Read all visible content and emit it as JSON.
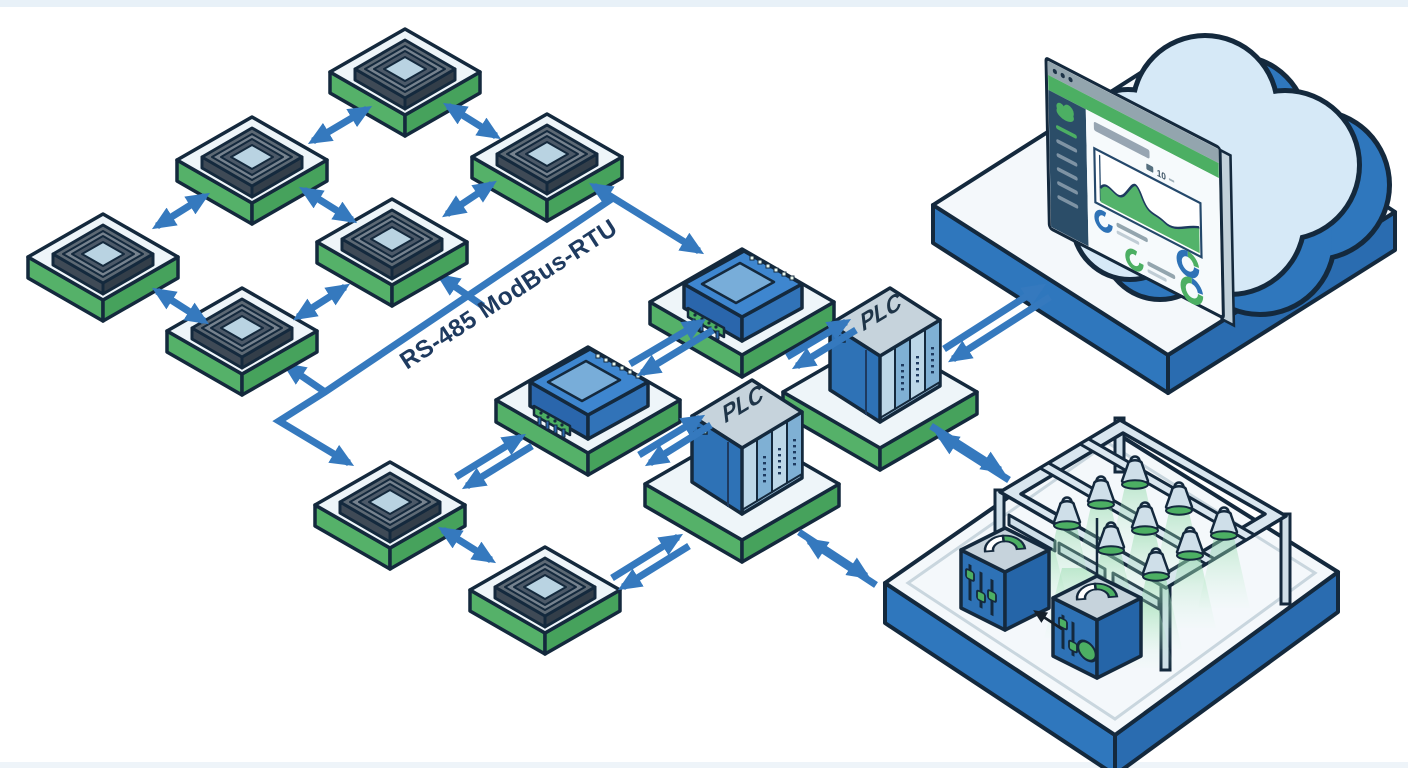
{
  "diagram": {
    "bus": {
      "label": "RS-485 ModBus-RTU"
    },
    "plc": {
      "label": "PLC"
    },
    "cloud_dashboard": {
      "stat_value": "10"
    },
    "structure": {
      "sensor_nodes": 8,
      "gateways": 2,
      "plcs": 2,
      "grow_lamps": 9,
      "bar_lights": 3,
      "controllers": 2
    },
    "colors": {
      "background": "#ffffff",
      "arrow_blue": "#3579be",
      "outline_navy": "#14293d",
      "platform_green": "#57b269",
      "platform_blue": "#2f77bd",
      "accent_green": "#4caf63",
      "device_blue": "#2e72b6",
      "cloud_fill": "#d6e9f7",
      "chip_top": "#b9d3e2",
      "plc_top": "#c6d3dc",
      "bus_label_navy": "#1e3a5f"
    },
    "icons": {
      "window_controls": "three-dots",
      "sidebar_logo": "cloud",
      "list_markers": "donut-rings"
    }
  }
}
